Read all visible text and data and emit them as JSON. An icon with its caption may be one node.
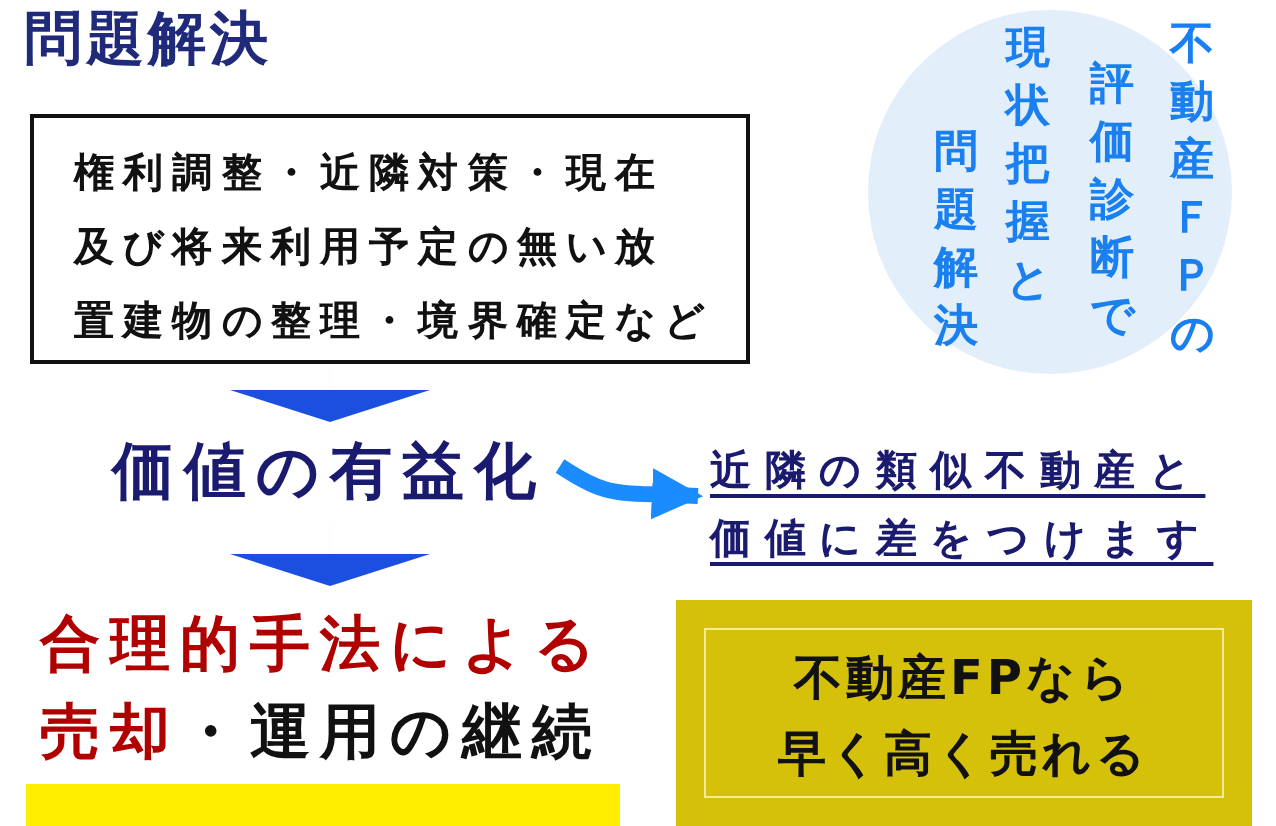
{
  "diagram": {
    "title": "問題解決",
    "nodes": [
      {
        "text": [
          "権利調整・近隣対策・現在及び将来利用予定の無い放置建物の整理・境界確定など"
        ]
      },
      {
        "text": [
          "価値の有益化"
        ]
      },
      {
        "text": [
          "合理的手法による売却",
          "・運用の継続"
        ]
      },
      {
        "text": [
          "近隣の類似不動産と価値に差をつけます"
        ]
      },
      {
        "text": [
          "不動産ＦＰの評価診断で現状把握と問題解決"
        ]
      },
      {
        "text": [
          "不動産FPなら早く高く売れる"
        ]
      }
    ],
    "edges": [
      {
        "from": 0,
        "to": 1,
        "arrow": "to"
      },
      {
        "from": 1,
        "to": 2,
        "arrow": "to"
      },
      {
        "from": 1,
        "to": 3,
        "arrow": "to",
        "style": "thick",
        "color": "#1a8cff"
      }
    ]
  }
}
